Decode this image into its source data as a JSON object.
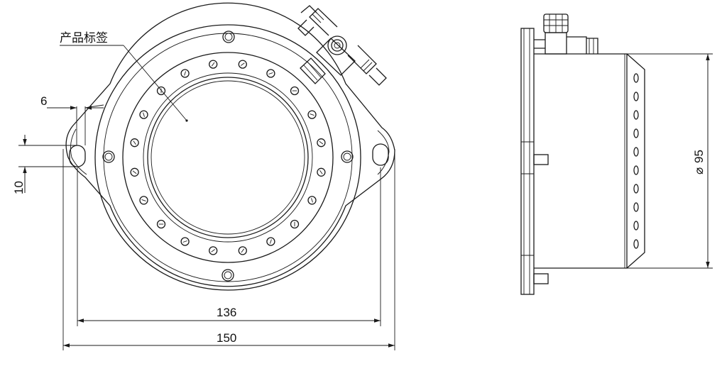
{
  "front_view": {
    "label_callout": "产品标签",
    "dim_slot_width": "6",
    "dim_slot_height": "10",
    "dim_hole_spacing": "136",
    "dim_overall_width": "150",
    "inner_bolt_holes": 20
  },
  "side_view": {
    "dim_diameter": "95",
    "diameter_symbol": "⌀"
  }
}
